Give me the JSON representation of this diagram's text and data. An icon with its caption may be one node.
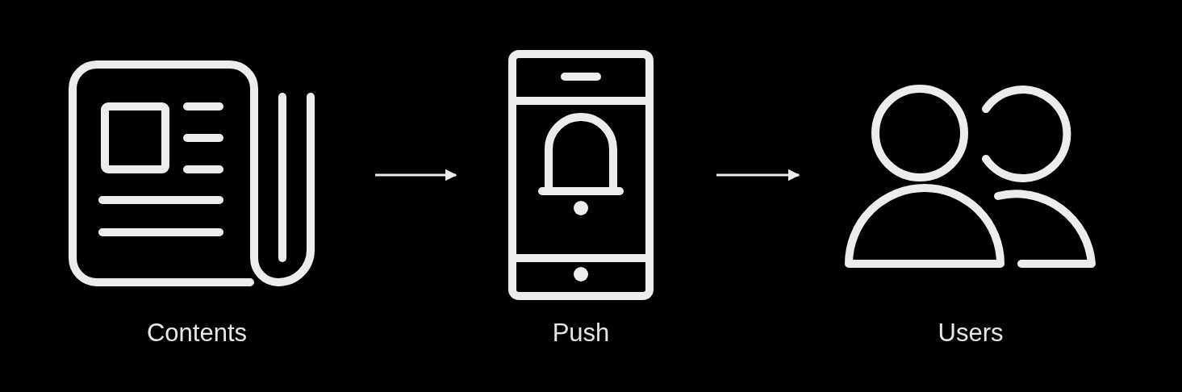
{
  "diagram": {
    "nodes": [
      {
        "text": [
          "Contents"
        ]
      },
      {
        "text": [
          "Push"
        ]
      },
      {
        "text": [
          "Users"
        ]
      }
    ],
    "edges": [
      {
        "from": 0,
        "to": 1,
        "arrow": "to"
      },
      {
        "from": 1,
        "to": 2,
        "arrow": "to"
      }
    ]
  }
}
